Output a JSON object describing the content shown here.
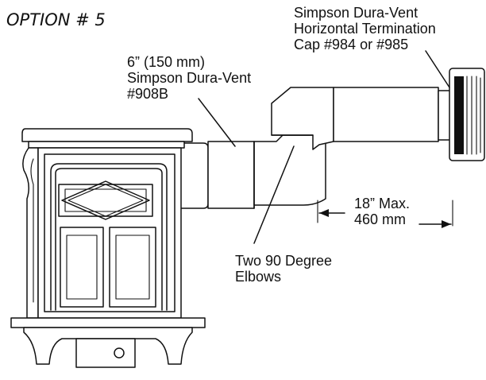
{
  "title": "OPTION # 5",
  "callouts": {
    "cap": [
      "Simpson Dura-Vent",
      "Horizontal Termination",
      "Cap #984 or #985"
    ],
    "pipe": [
      "6”  (150 mm)",
      "Simpson Dura-Vent",
      "#908B"
    ],
    "elbows": [
      "Two 90 Degree",
      "Elbows"
    ],
    "distance": [
      "18” Max.",
      "460 mm"
    ]
  },
  "colors": {
    "line": "#111111",
    "background": "#ffffff",
    "cap_stripe": "#111111"
  }
}
